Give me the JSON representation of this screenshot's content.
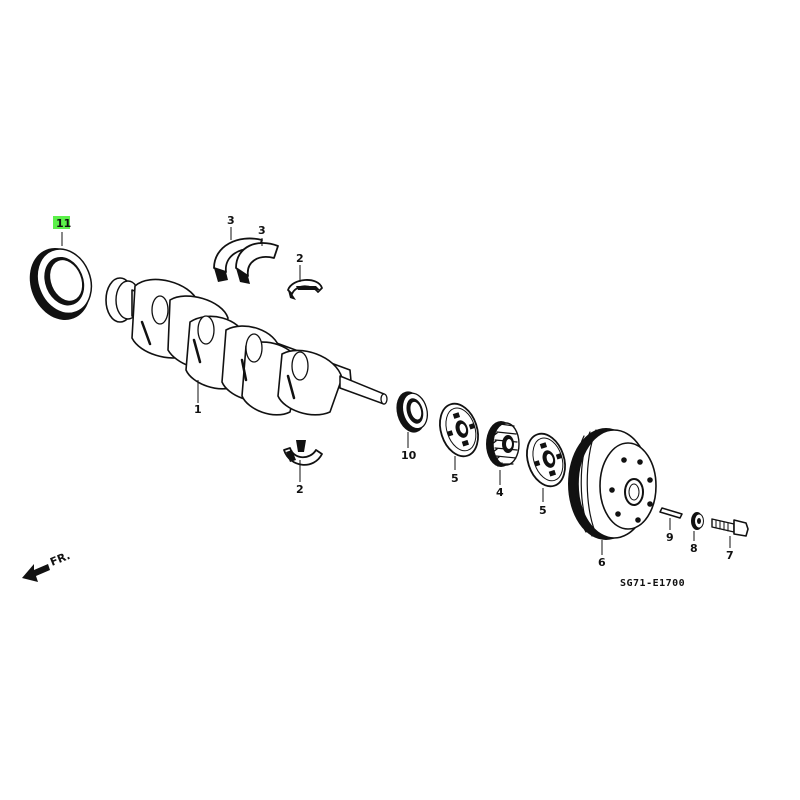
{
  "diagram": {
    "drawing_code": "SG71-E1700",
    "front_label": "FR.",
    "highlight_color": "#5cf04a",
    "callouts": [
      {
        "id": "p11",
        "text": "11",
        "highlighted": true
      },
      {
        "id": "p3a",
        "text": "3"
      },
      {
        "id": "p3b",
        "text": "3"
      },
      {
        "id": "p2a",
        "text": "2"
      },
      {
        "id": "p1",
        "text": "1"
      },
      {
        "id": "p2b",
        "text": "2"
      },
      {
        "id": "p10",
        "text": "10"
      },
      {
        "id": "p5a",
        "text": "5"
      },
      {
        "id": "p4",
        "text": "4"
      },
      {
        "id": "p5b",
        "text": "5"
      },
      {
        "id": "p6",
        "text": "6"
      },
      {
        "id": "p9",
        "text": "9"
      },
      {
        "id": "p8",
        "text": "8"
      },
      {
        "id": "p7",
        "text": "7"
      }
    ]
  }
}
